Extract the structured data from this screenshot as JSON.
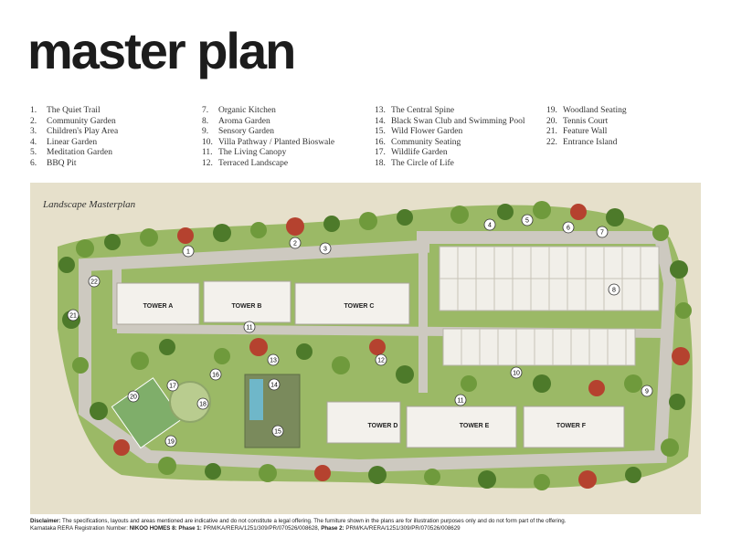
{
  "page": {
    "title": "master plan"
  },
  "legend": {
    "columns": [
      [
        {
          "num": "1.",
          "label": "The Quiet Trail"
        },
        {
          "num": "2.",
          "label": "Community Garden"
        },
        {
          "num": "3.",
          "label": "Children's Play Area"
        },
        {
          "num": "4.",
          "label": "Linear Garden"
        },
        {
          "num": "5.",
          "label": "Meditation Garden"
        },
        {
          "num": "6.",
          "label": "BBQ Pit"
        }
      ],
      [
        {
          "num": "7.",
          "label": "Organic Kitchen"
        },
        {
          "num": "8.",
          "label": "Aroma Garden"
        },
        {
          "num": "9.",
          "label": "Sensory Garden"
        },
        {
          "num": "10.",
          "label": "Villa Pathway / Planted Bioswale"
        },
        {
          "num": "11.",
          "label": "The Living Canopy"
        },
        {
          "num": "12.",
          "label": "Terraced Landscape"
        }
      ],
      [
        {
          "num": "13.",
          "label": "The Central Spine"
        },
        {
          "num": "14.",
          "label": "Black Swan Club and Swimming Pool"
        },
        {
          "num": "15.",
          "label": "Wild Flower Garden"
        },
        {
          "num": "16.",
          "label": "Community Seating"
        },
        {
          "num": "17.",
          "label": "Wildlife Garden"
        },
        {
          "num": "18.",
          "label": "The Circle of Life"
        }
      ],
      [
        {
          "num": "19.",
          "label": "Woodland Seating"
        },
        {
          "num": "20.",
          "label": "Tennis Court"
        },
        {
          "num": "21.",
          "label": "Feature Wall"
        },
        {
          "num": "22.",
          "label": "Entrance Island"
        }
      ]
    ]
  },
  "map": {
    "title": "Landscape Masterplan",
    "towers": [
      "TOWER A",
      "TOWER B",
      "TOWER C",
      "TOWER D",
      "TOWER E",
      "TOWER F"
    ],
    "markers": [
      "1",
      "2",
      "3",
      "4",
      "5",
      "6",
      "7",
      "8",
      "9",
      "10",
      "11",
      "12",
      "13",
      "14",
      "15",
      "16",
      "17",
      "18",
      "19",
      "20",
      "21",
      "22"
    ],
    "colors": {
      "green": "#6f9a3c",
      "dark_green": "#4d7a2a",
      "red_tree": "#b5422f",
      "road": "#c9c6bf",
      "pool": "#6fb7c9",
      "court": "#7fae6a"
    }
  },
  "disclaimer": {
    "label": "Disclaimer:",
    "text": "The specifications, layouts and areas mentioned are indicative and do not constitute a legal offering. The furniture shown in the plans are for illustration purposes only and do not form part of the offering.",
    "rera_prefix": "Karnataka RERA Registration Number:",
    "project": "NIKOO HOMES 8:",
    "phase1_label": "Phase 1:",
    "phase1": "PRM/KA/RERA/1251/309/PR/070526/008628,",
    "phase2_label": "Phase 2:",
    "phase2": "PRM/KA/RERA/1251/309/PR/070526/008629"
  }
}
